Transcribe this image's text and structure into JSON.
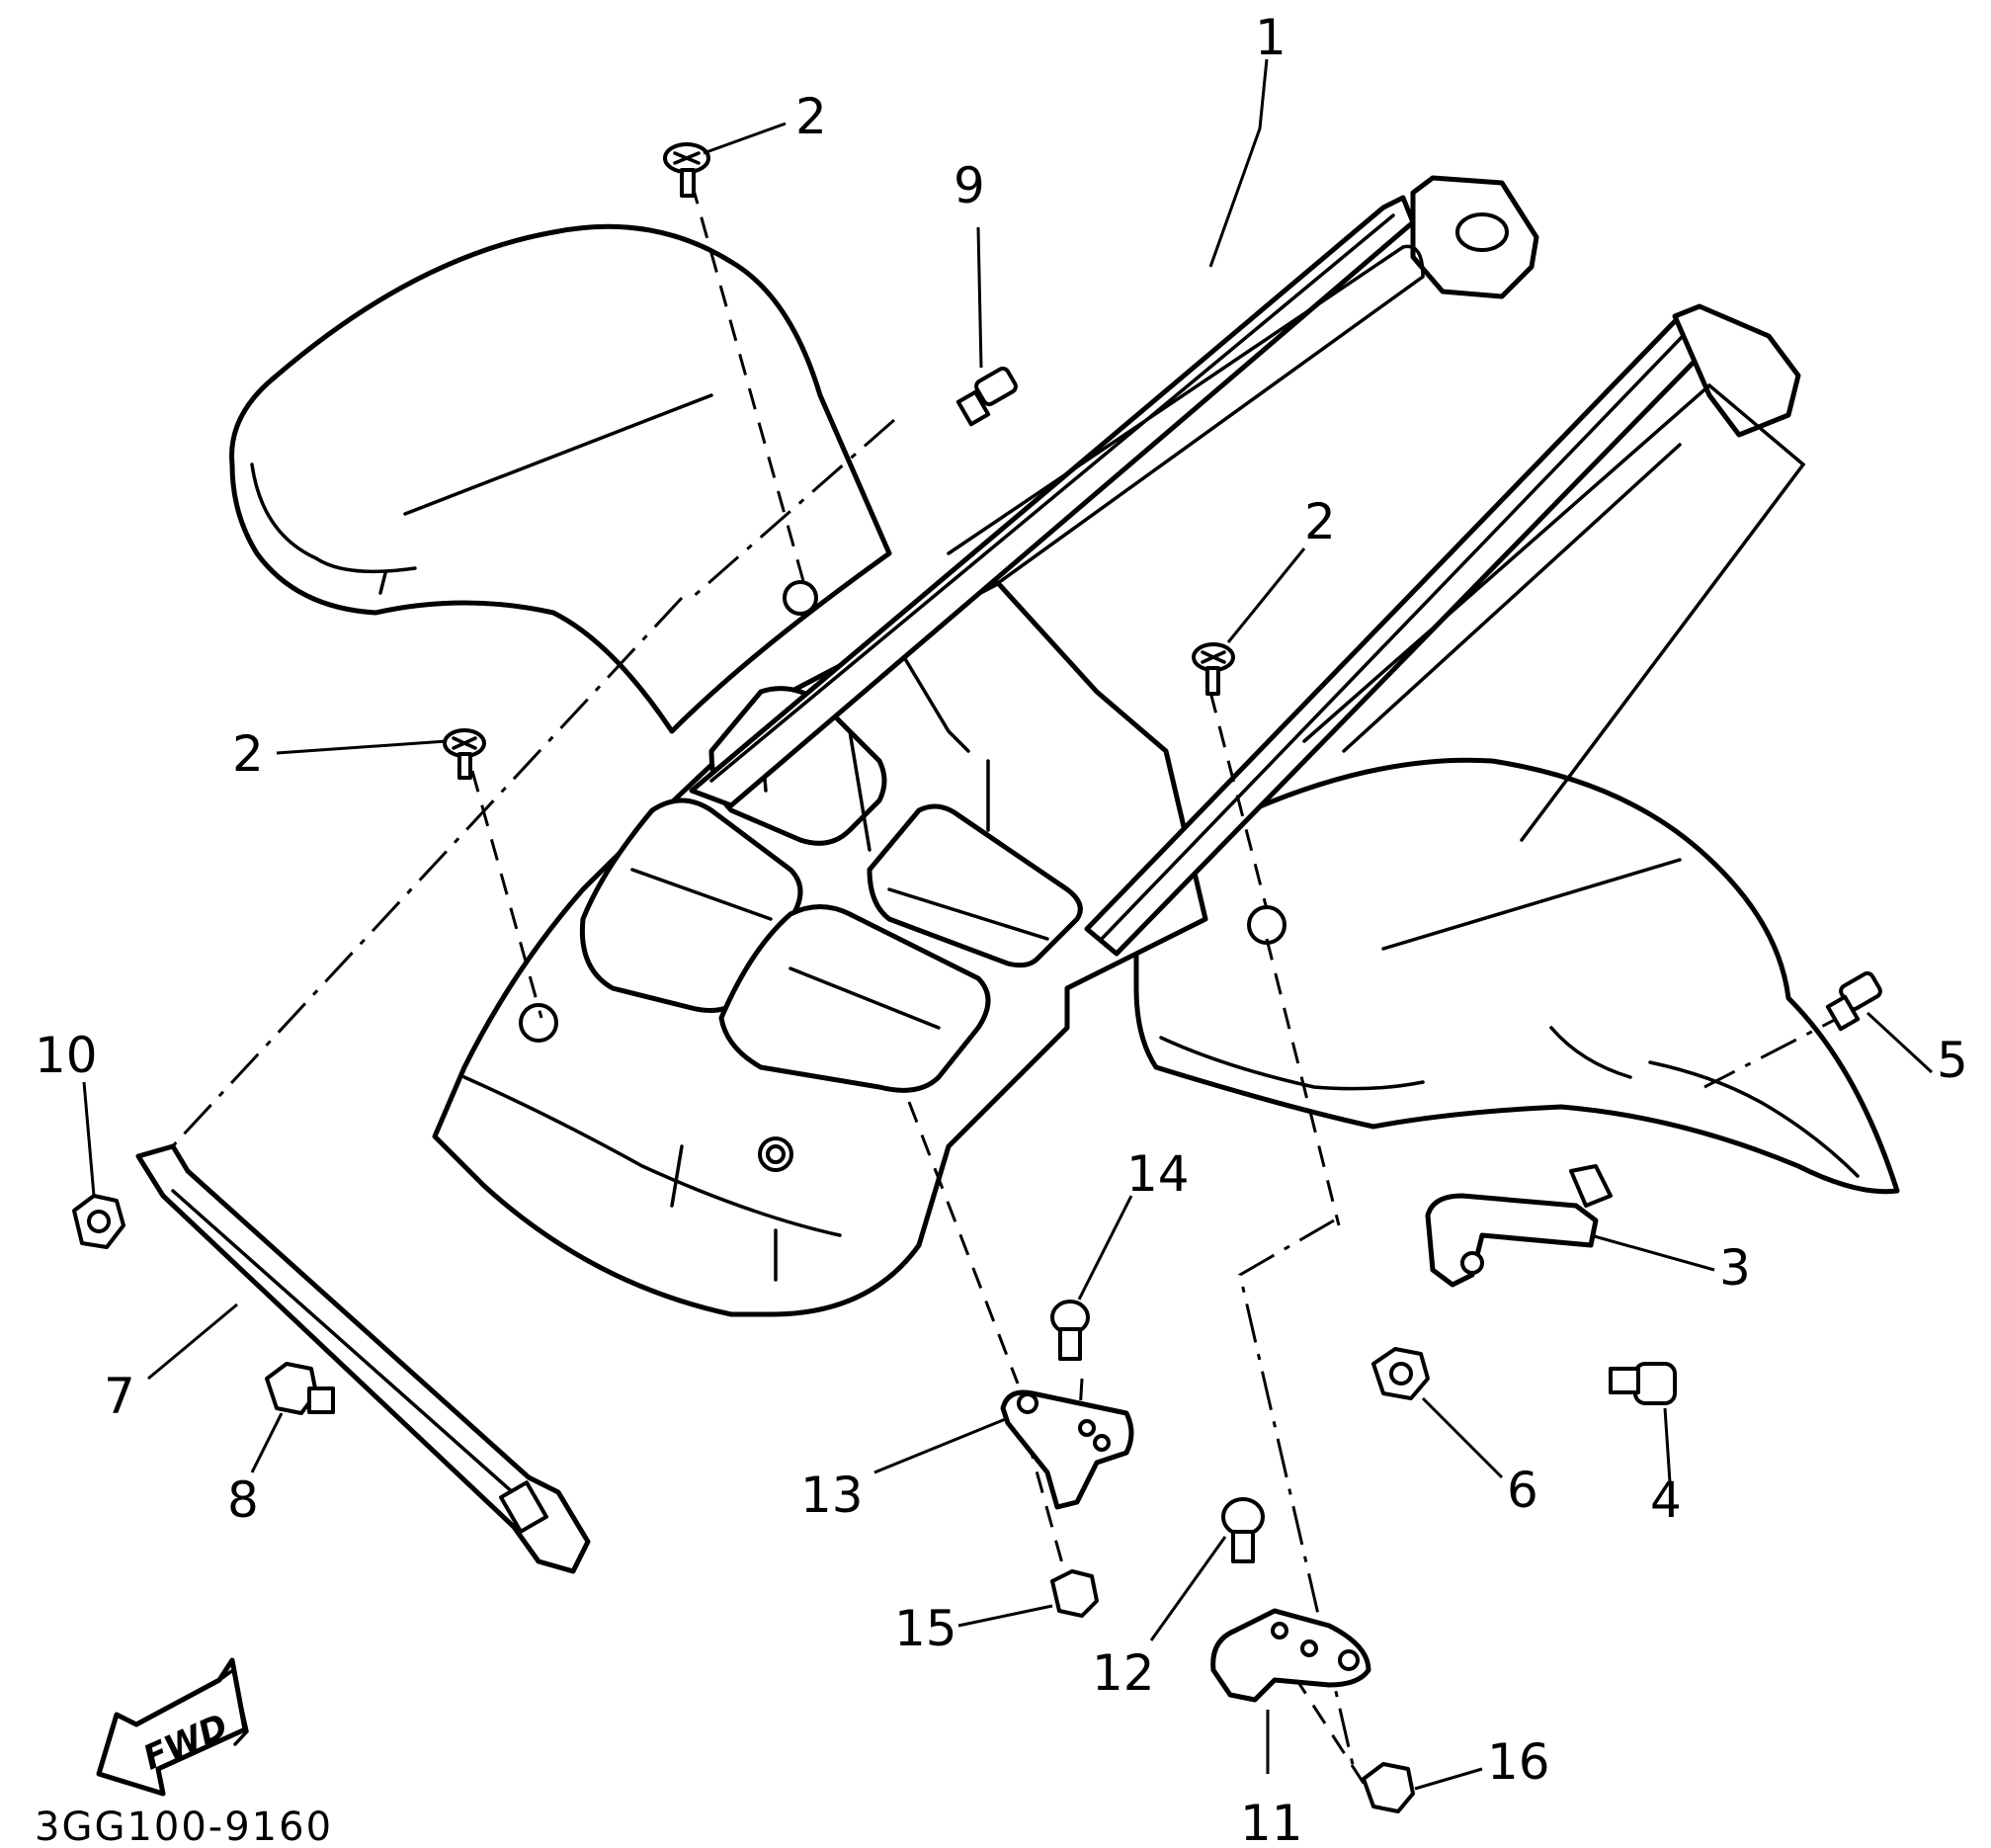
{
  "callouts": {
    "c1": "1",
    "c2a": "2",
    "c2b": "2",
    "c2c": "2",
    "c3": "3",
    "c4": "4",
    "c5": "5",
    "c6": "6",
    "c7": "7",
    "c8": "8",
    "c9": "9",
    "c10": "10",
    "c11": "11",
    "c12": "12",
    "c13": "13",
    "c14": "14",
    "c15": "15",
    "c16": "16"
  },
  "direction_label": "FWD",
  "diagram_code": "3GG100-9160"
}
